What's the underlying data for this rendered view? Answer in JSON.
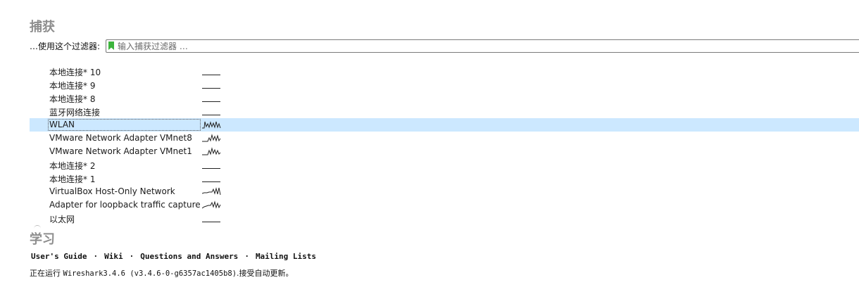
{
  "capture": {
    "title": "捕获",
    "filter_label": "…使用这个过滤器:",
    "filter_placeholder": "输入捕获过滤器 …"
  },
  "interfaces": [
    {
      "name": "本地连接* 10",
      "activity": "flat"
    },
    {
      "name": "本地连接* 9",
      "activity": "flat"
    },
    {
      "name": "本地连接* 8",
      "activity": "flat"
    },
    {
      "name": "蓝牙网络连接",
      "activity": "flat"
    },
    {
      "name": "WLAN",
      "activity": "active",
      "selected": true
    },
    {
      "name": "VMware Network Adapter VMnet8",
      "activity": "active"
    },
    {
      "name": "VMware Network Adapter VMnet1",
      "activity": "active"
    },
    {
      "name": "本地连接* 2",
      "activity": "flat"
    },
    {
      "name": "本地连接* 1",
      "activity": "flat"
    },
    {
      "name": "VirtualBox Host-Only Network",
      "activity": "active"
    },
    {
      "name": "Adapter for loopback traffic capture",
      "activity": "active"
    },
    {
      "name": "以太网",
      "activity": "flat"
    }
  ],
  "learn": {
    "title": "学习",
    "links": [
      "User's Guide",
      "Wiki",
      "Questions and Answers",
      "Mailing Lists"
    ],
    "separator": "·"
  },
  "status": {
    "prefix": "正在运行 ",
    "version": "Wireshark3.4.6 (v3.4.6-0-g6357ac1405b8)",
    "suffix": ".接受自动更新。"
  },
  "colors": {
    "section_title": "#8e8e8e",
    "selected_row": "#cce8ff",
    "bookmark": "#3cb43c"
  }
}
